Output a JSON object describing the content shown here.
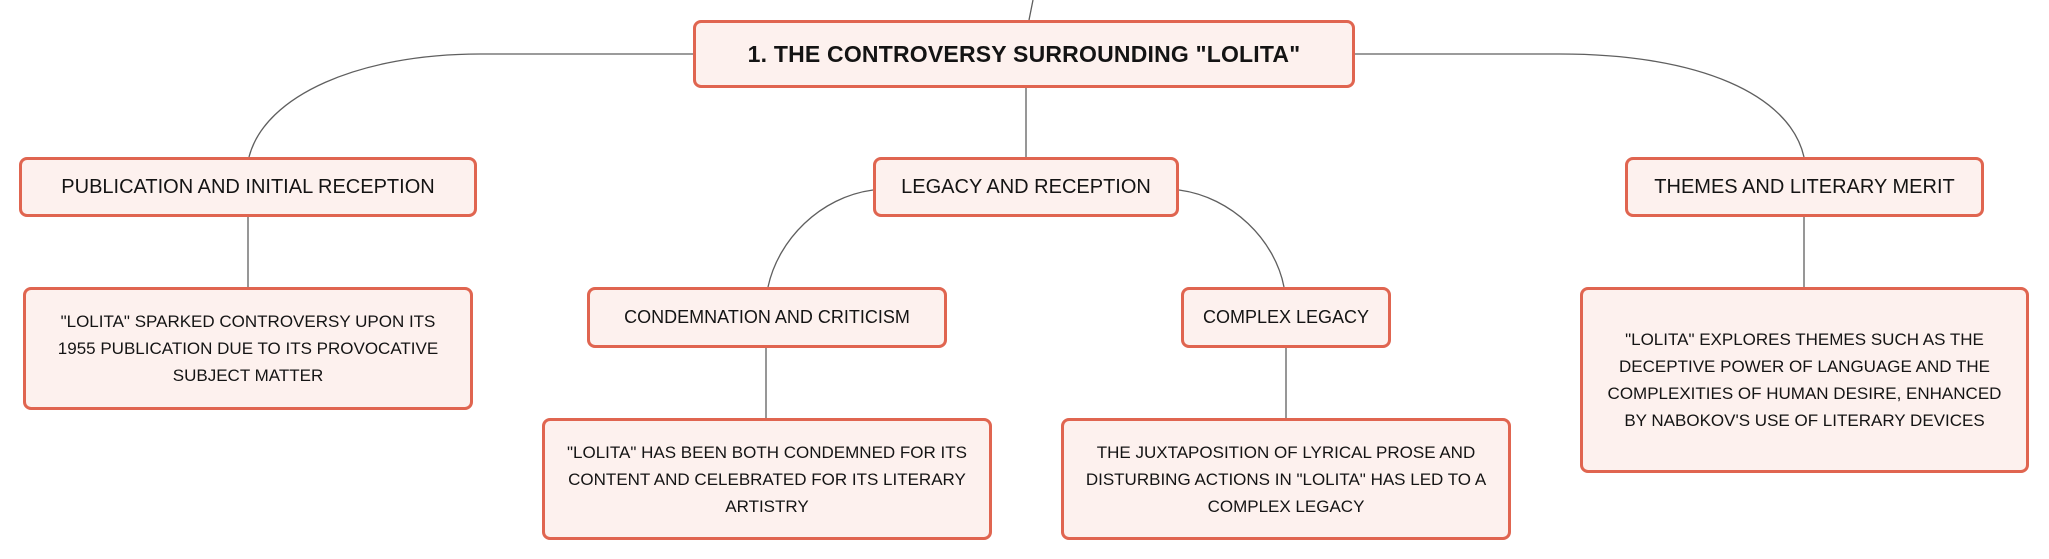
{
  "diagram": {
    "root": {
      "title": "1. THE CONTROVERSY SURROUNDING \"LOLITA\""
    },
    "branches": {
      "publication": {
        "label": "PUBLICATION AND INITIAL RECEPTION",
        "detail": "\"LOLITA\" SPARKED CONTROVERSY UPON ITS 1955 PUBLICATION DUE TO ITS PROVOCATIVE SUBJECT MATTER"
      },
      "legacy": {
        "label": "LEGACY AND RECEPTION",
        "children": {
          "condemnation": {
            "label": "CONDEMNATION AND CRITICISM",
            "detail": "\"LOLITA\" HAS BEEN BOTH CONDEMNED FOR ITS CONTENT AND CELEBRATED FOR ITS LITERARY ARTISTRY"
          },
          "complex_legacy": {
            "label": "COMPLEX LEGACY",
            "detail": "THE JUXTAPOSITION OF LYRICAL PROSE AND DISTURBING ACTIONS IN \"LOLITA\" HAS LED TO A COMPLEX LEGACY"
          }
        }
      },
      "themes": {
        "label": "THEMES AND LITERARY MERIT",
        "detail": "\"LOLITA\" EXPLORES THEMES SUCH AS THE DECEPTIVE POWER OF LANGUAGE AND THE COMPLEXITIES OF HUMAN DESIRE, ENHANCED BY NABOKOV'S USE OF LITERARY DEVICES"
      }
    },
    "colors": {
      "node_border": "#e06550",
      "node_fill": "#fdf1ee",
      "connector": "#5f5f5f",
      "text": "#141414"
    }
  }
}
